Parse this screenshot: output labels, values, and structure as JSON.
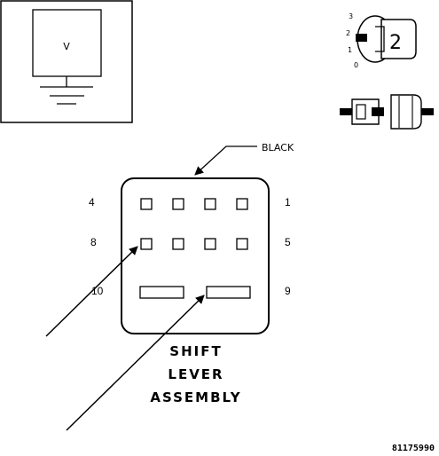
{
  "meter": {
    "symbol": "V"
  },
  "ignition": {
    "positions": [
      "3",
      "2",
      "1",
      "0"
    ],
    "key_number": "2"
  },
  "connector": {
    "color_label": "BLACK",
    "pins": {
      "p1": "1",
      "p4": "4",
      "p5": "5",
      "p8": "8",
      "p9": "9",
      "p10": "10"
    },
    "name_lines": [
      "SHIFT",
      "LEVER",
      "ASSEMBLY"
    ]
  },
  "figure_id": "81175990"
}
